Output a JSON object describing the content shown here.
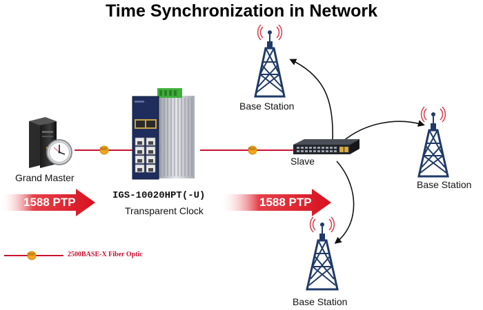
{
  "title": "Time Synchronization in Network",
  "nodes": {
    "grand_master": "Grand Master",
    "switch_model": "IGS-10020HPT(-U)",
    "switch_role": "Transparent Clock",
    "slave": "Slave",
    "base_station_top": "Base Station",
    "base_station_right": "Base Station",
    "base_station_bottom": "Base Station"
  },
  "ptp_arrows": [
    "1588 PTP",
    "1588 PTP"
  ],
  "link_badge": "2500",
  "legend": {
    "label": "2500BASE-X Fiber Optic"
  },
  "colors": {
    "fiber_line": "#c8102e",
    "arrow_red": "#d8101e",
    "tower_blue": "#1f3a68",
    "switch_navy": "#1e2d5c",
    "badge_orange": "#f5a51c"
  }
}
